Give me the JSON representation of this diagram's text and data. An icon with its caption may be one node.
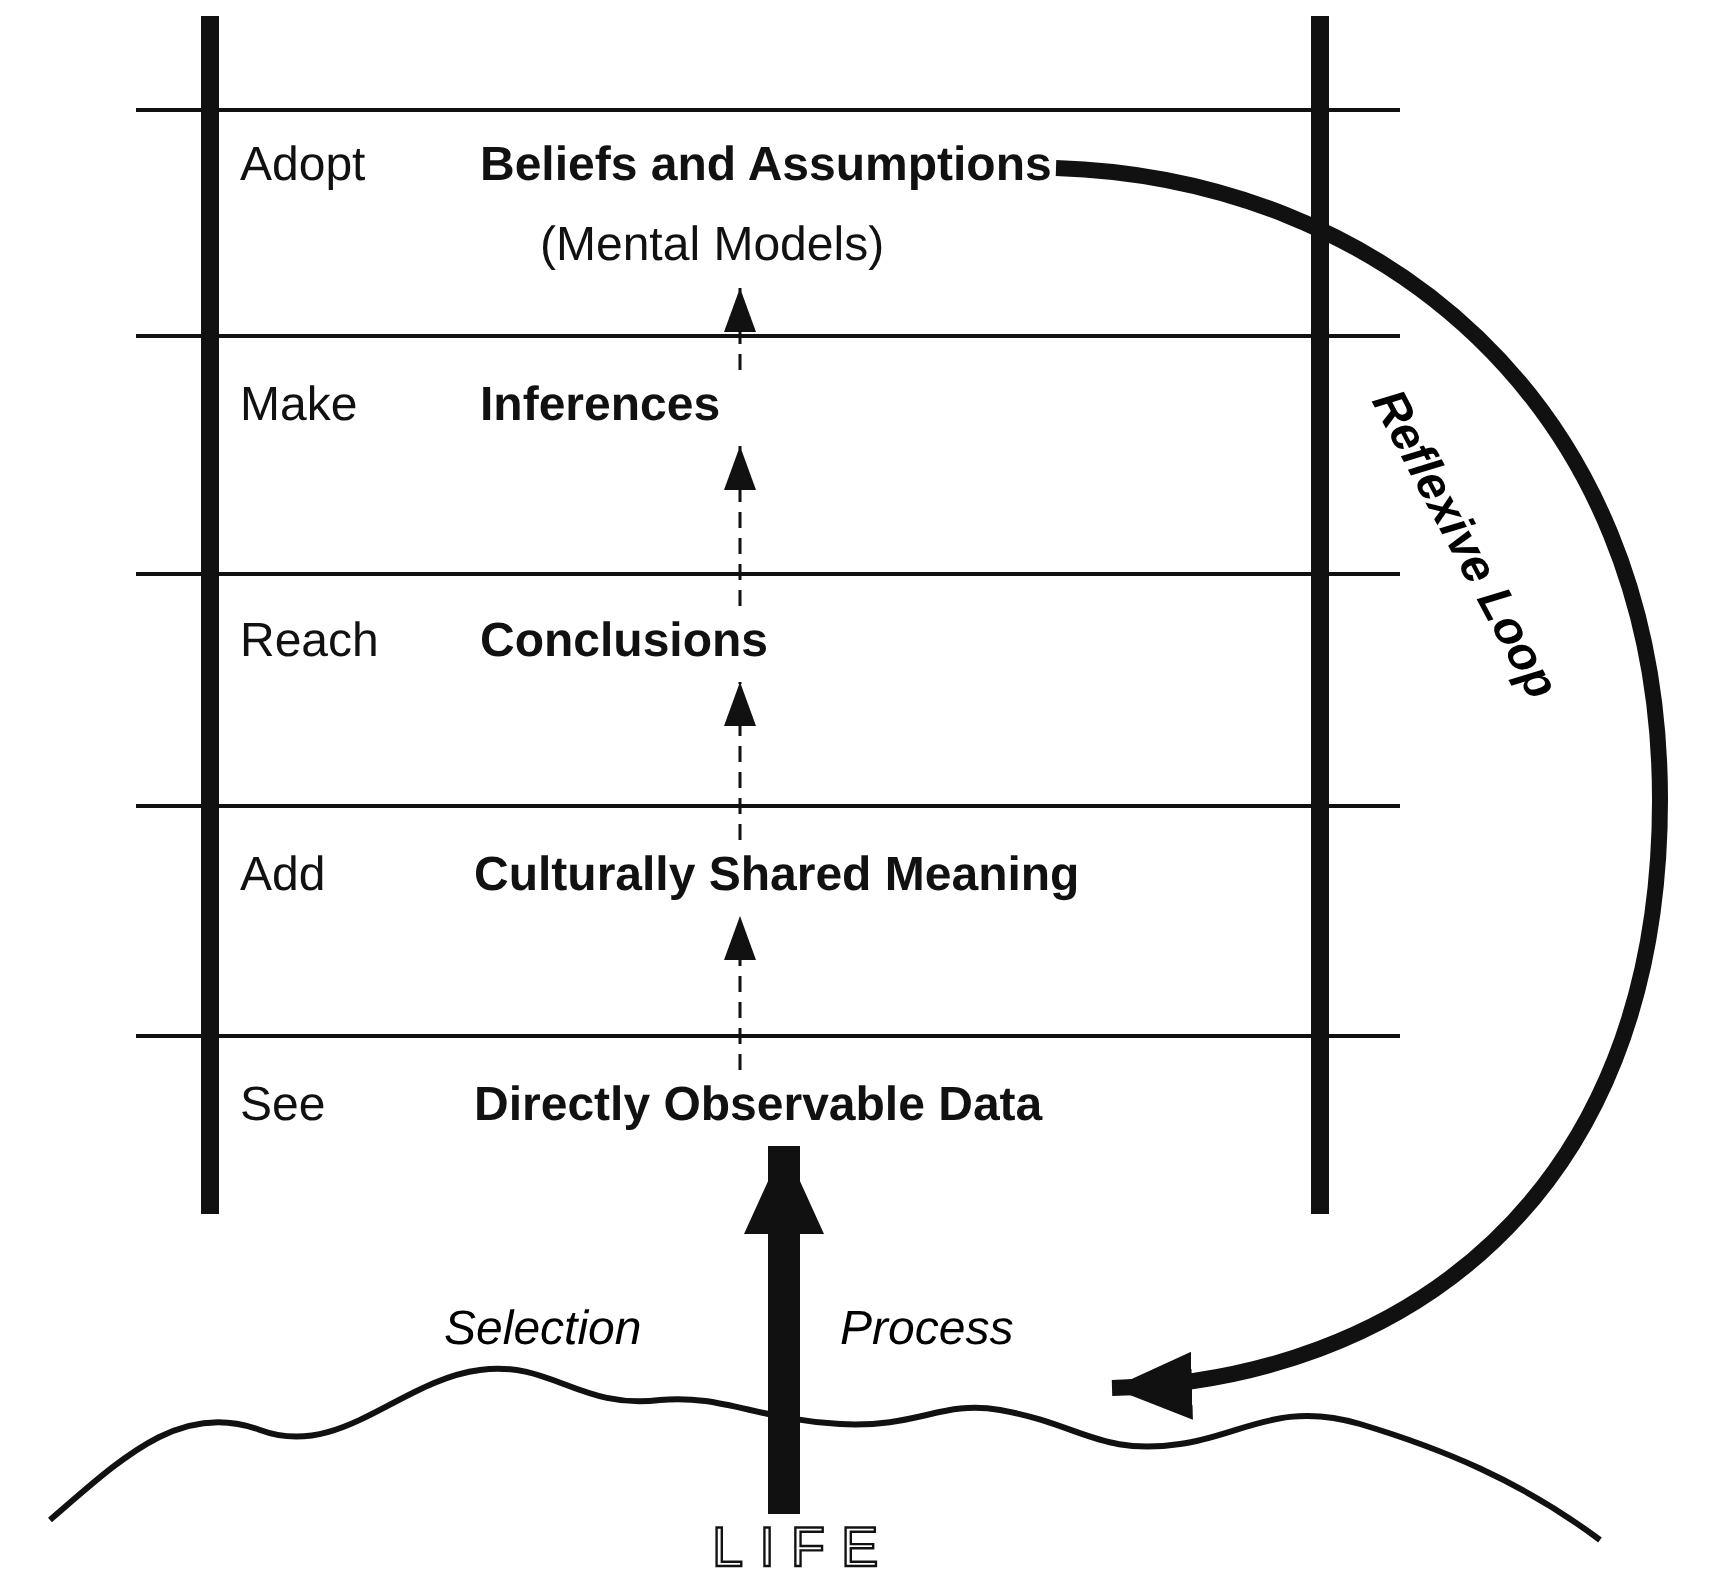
{
  "diagram": {
    "nodes": [
      {
        "text": [
          "Adopt",
          "Beliefs and Assumptions",
          "(Mental Models)"
        ]
      },
      {
        "text": [
          "Make",
          "Inferences"
        ]
      },
      {
        "text": [
          "Reach",
          "Conclusions"
        ]
      },
      {
        "text": [
          "Add",
          "Culturally Shared Meaning"
        ]
      },
      {
        "text": [
          "See",
          "Directly Observable Data"
        ]
      },
      {
        "text": [
          "LIFE"
        ]
      }
    ],
    "edges": [
      {
        "from": 4,
        "to": 3,
        "arrow": "to",
        "style": "dashed"
      },
      {
        "from": 3,
        "to": 2,
        "arrow": "to",
        "style": "dashed"
      },
      {
        "from": 2,
        "to": 1,
        "arrow": "to",
        "style": "dashed"
      },
      {
        "from": 1,
        "to": 0,
        "arrow": "to",
        "style": "dashed"
      },
      {
        "from": 5,
        "to": 4,
        "arrow": "to",
        "style": "thick"
      },
      {
        "from": 0,
        "to": null,
        "arrow": "to",
        "label": "Reflexive Loop",
        "style": "thick"
      }
    ],
    "labels": [
      "Selection",
      "Process"
    ]
  }
}
